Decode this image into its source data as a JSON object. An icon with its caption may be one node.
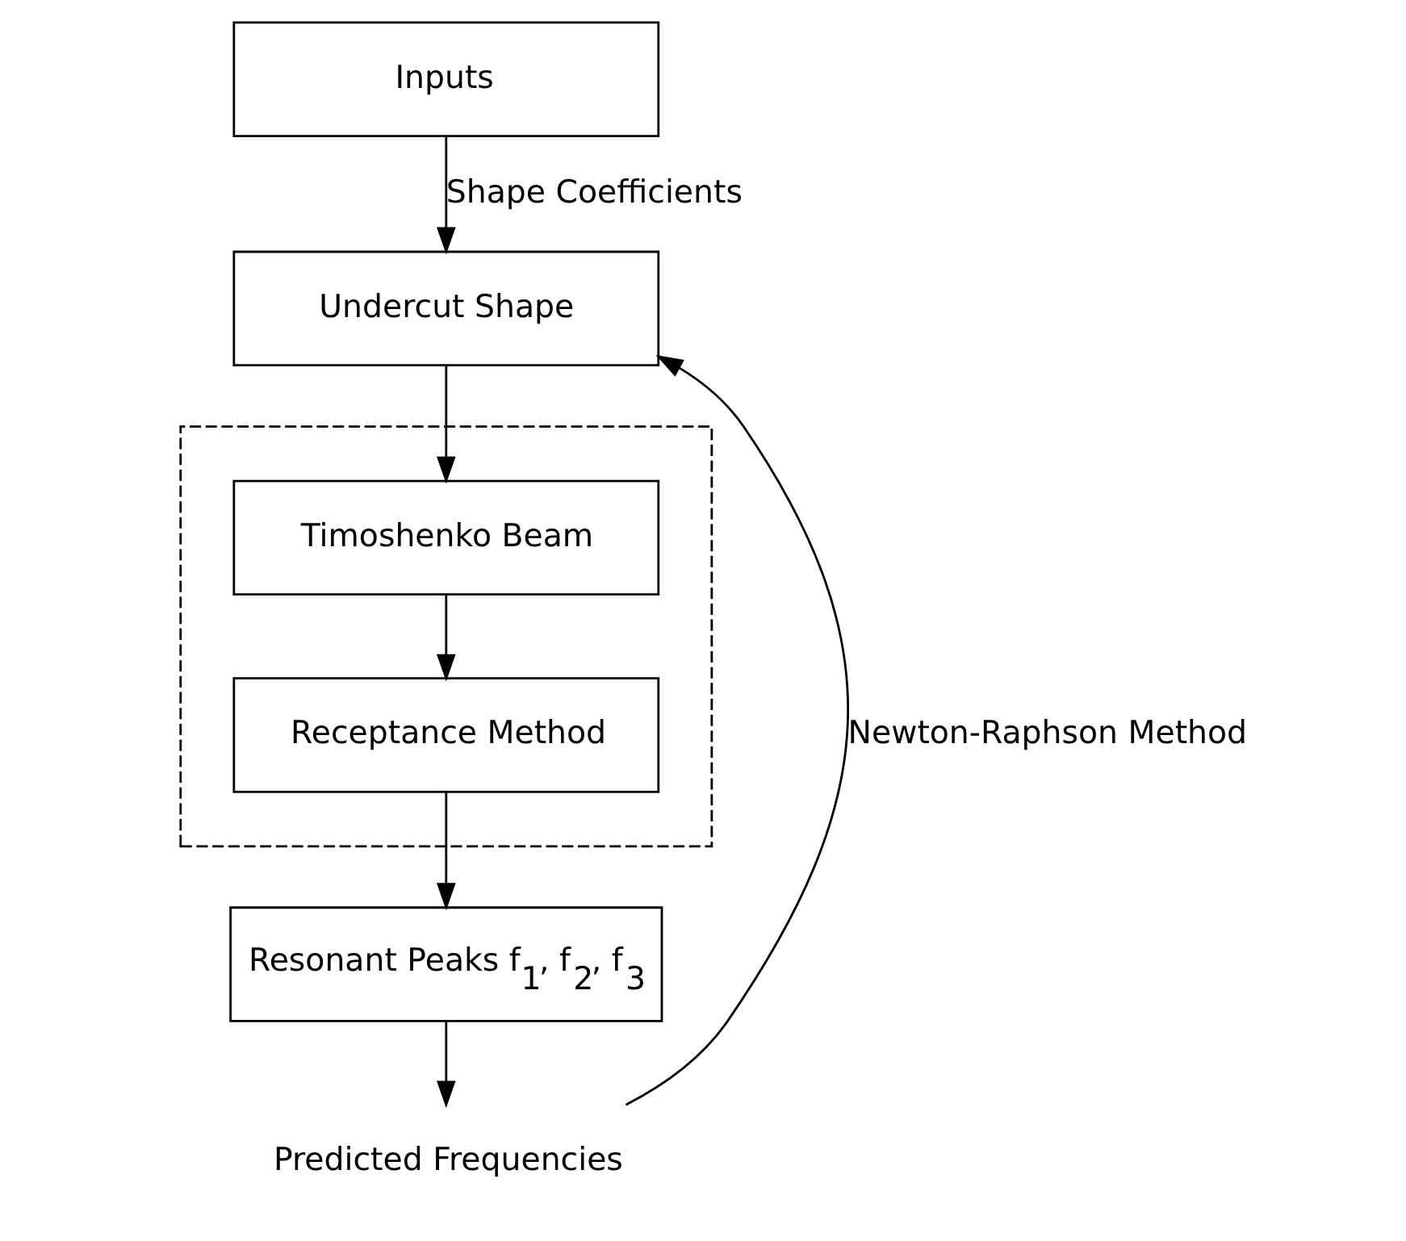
{
  "diagram": {
    "nodes": [
      {
        "text": [
          "Inputs"
        ]
      },
      {
        "text": [
          "Undercut Shape"
        ]
      },
      {
        "text": [],
        "shape": "box"
      },
      {
        "text": [
          "Timoshenko Beam"
        ],
        "in": 2
      },
      {
        "text": [
          "Receptance Method"
        ],
        "in": 2
      },
      {
        "text": [
          "Resonant Peaks f$_{1}$, f$_{2}$, f$_{3}$"
        ]
      },
      {
        "text": [
          "Predicted Frequencies"
        ]
      }
    ],
    "edges": [
      {
        "from": 0,
        "to": 1,
        "arrow": "to",
        "label": "Shape Coefficients"
      },
      {
        "from": 1,
        "to": 3,
        "arrow": "to"
      },
      {
        "from": 3,
        "to": 4,
        "arrow": "to"
      },
      {
        "from": 4,
        "to": 5,
        "arrow": "to"
      },
      {
        "from": 5,
        "to": 6,
        "arrow": "to"
      },
      {
        "from": 6,
        "to": 1,
        "arrow": "to",
        "label": "Newton-Raphson Method"
      }
    ]
  }
}
